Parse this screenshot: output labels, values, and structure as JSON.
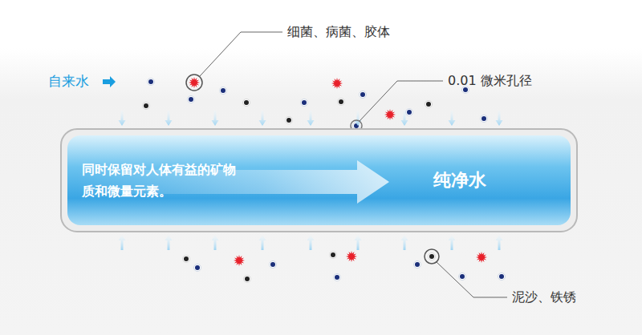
{
  "diagram": {
    "nodes": [
      {
        "text": [
          "同时保留对人体有益的矿物质和微量元素。",
          "纯净水"
        ]
      }
    ],
    "labels": [
      "自来水",
      "细菌、病菌、胶体",
      "0.01 微米孔径",
      "泥沙、铁锈"
    ]
  }
}
